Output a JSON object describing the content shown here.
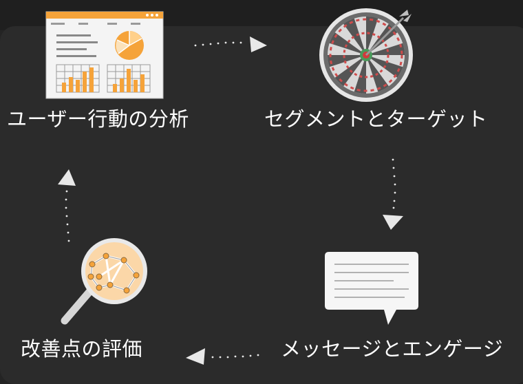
{
  "diagram": {
    "stages": [
      {
        "id": "analyze",
        "label": "ユーザー行動の分析",
        "icon": "dashboard-analytics-icon"
      },
      {
        "id": "segment",
        "label": "セグメントとターゲット",
        "icon": "dartboard-target-icon"
      },
      {
        "id": "message",
        "label": "メッセージとエンゲージ",
        "icon": "speech-bubble-icon"
      },
      {
        "id": "evaluate",
        "label": "改善点の評価",
        "icon": "magnifier-network-icon"
      }
    ],
    "flow": "clockwise",
    "colors": {
      "background": "#2b2b2b",
      "accent_orange": "#f5a33a",
      "text": "#ffffff",
      "arrow": "#e8e8e8"
    }
  }
}
